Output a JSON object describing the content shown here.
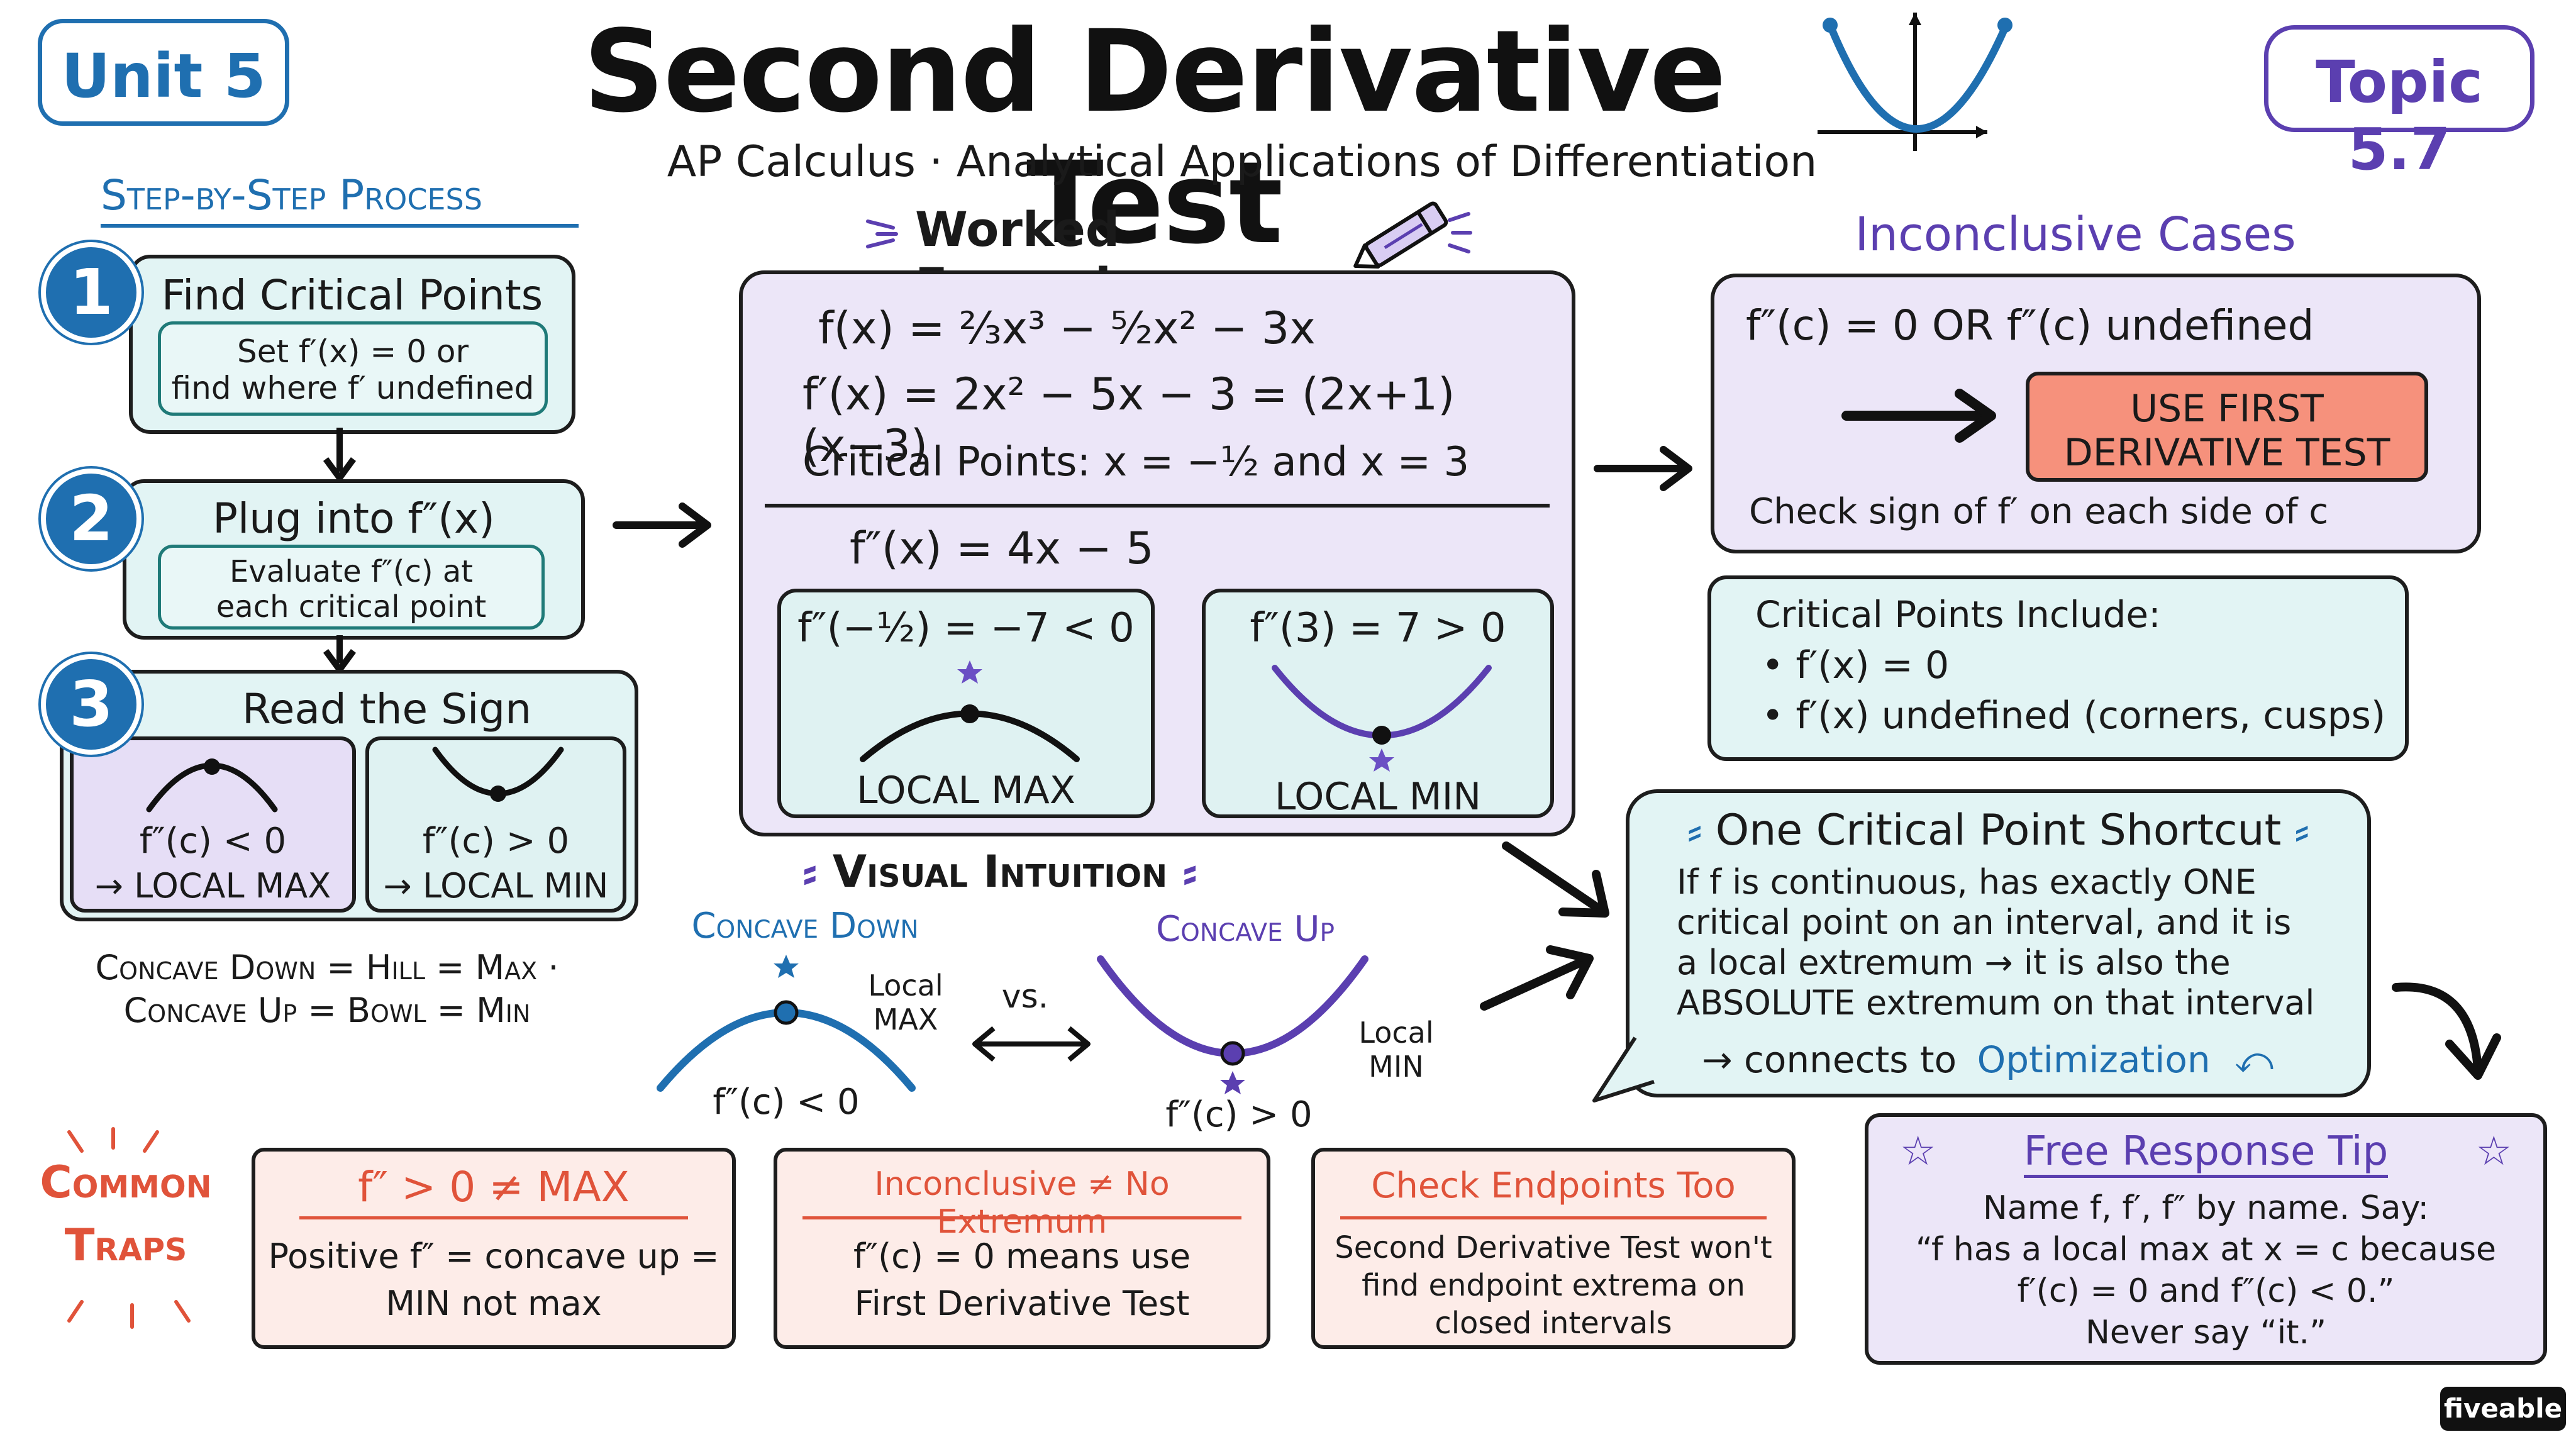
{
  "header": {
    "unit": "Unit 5",
    "title": "Second Derivative Test",
    "subtitle": "AP Calculus · Analytical Applications of Differentiation",
    "topic": "Topic 5.7"
  },
  "process": {
    "heading": "Step-by-Step Process",
    "steps": [
      {
        "num": "1",
        "title": "Find Critical Points",
        "detail": [
          "Set f′(x) = 0 or",
          "find where f′ undefined"
        ]
      },
      {
        "num": "2",
        "title": "Plug into f″(x)",
        "detail": [
          "Evaluate f″(c) at",
          "each critical point"
        ]
      },
      {
        "num": "3",
        "title": "Read the Sign"
      }
    ],
    "sign_cases": [
      {
        "condition": "f″(c) < 0",
        "result": "→ LOCAL MAX"
      },
      {
        "condition": "f″(c) > 0",
        "result": "→ LOCAL MIN"
      }
    ],
    "mnemonic": [
      "Concave Down = Hill = Max ·",
      "Concave Up = Bowl = Min"
    ]
  },
  "worked_example": {
    "heading": "Worked Example",
    "f": "f(x) = ⅔x³ − ⁵⁄₂x² − 3x",
    "f_prime": "f′(x) = 2x² − 5x − 3 = (2x+1)(x−3)",
    "critical_points": "Critical Points:  x = −½  and  x = 3",
    "f_double_prime": "f″(x) = 4x − 5",
    "cases": [
      {
        "eval": "f″(−½) = −7 < 0",
        "label": "LOCAL MAX"
      },
      {
        "eval": "f″(3) = 7 > 0",
        "label": "LOCAL MIN"
      }
    ]
  },
  "visual_intuition": {
    "heading": "Visual Intuition",
    "left": {
      "name": "Concave Down",
      "tag": [
        "Local",
        "MAX"
      ],
      "sign": "f″(c) < 0"
    },
    "vs": "vs.",
    "right": {
      "name": "Concave Up",
      "tag": [
        "Local",
        "MIN"
      ],
      "sign": "f″(c) > 0"
    }
  },
  "inconclusive": {
    "heading": "Inconclusive Cases",
    "condition": "f″(c) = 0  OR  f″(c) undefined",
    "action": [
      "USE FIRST",
      "DERIVATIVE TEST"
    ],
    "note": "Check sign of f′ on each side of c",
    "include_title": "Critical Points Include:",
    "include_items": [
      "f′(x) = 0",
      "f′(x) undefined (corners, cusps)"
    ]
  },
  "shortcut": {
    "heading": "One Critical Point Shortcut",
    "body": [
      "If f is continuous, has exactly ONE",
      "critical point on an interval, and it is",
      "a local extremum → it is also the",
      "ABSOLUTE extremum on that interval"
    ],
    "connects_prefix": "→ connects to",
    "connects_link": "Optimization"
  },
  "traps": {
    "label": [
      "Common",
      "Traps"
    ],
    "cards": [
      {
        "title": "f″ > 0 ≠ MAX",
        "lines": [
          "Positive f″ = concave up =",
          "MIN not max"
        ]
      },
      {
        "title": "Inconclusive ≠ No Extremum",
        "lines": [
          "f″(c) = 0 means use",
          "First Derivative Test"
        ]
      },
      {
        "title": "Check Endpoints Too",
        "lines": [
          "Second Derivative Test won't",
          "find endpoint extrema on",
          "closed intervals"
        ]
      }
    ]
  },
  "frq_tip": {
    "title": "Free Response Tip",
    "lines": [
      "Name f, f′, f″ by name. Say:",
      "“f has a local max at x = c because",
      "f′(c) = 0 and f″(c) < 0.”",
      "Never say “it.”"
    ]
  },
  "brand": "fiveable",
  "colors": {
    "teal": "#1f7a78",
    "blue": "#1f6fb0",
    "purple": "#5b3fb0",
    "coral": "#e0533a",
    "salmon_fill": "#f6917c",
    "teal_fill": "#e2f4f4",
    "lavender_fill": "#ece6f8"
  }
}
